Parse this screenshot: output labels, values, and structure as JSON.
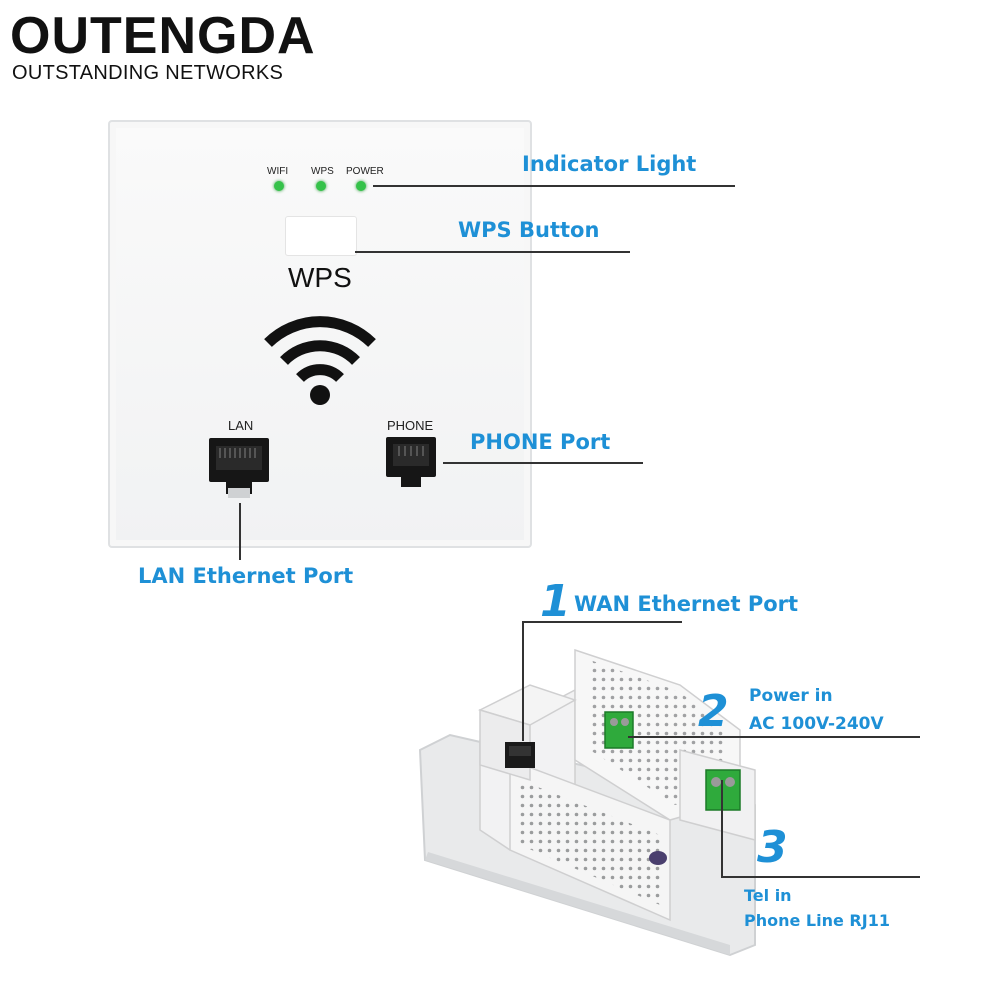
{
  "brand": {
    "name": "OUTENGDA",
    "tagline": "OUTSTANDING NETWORKS"
  },
  "panel": {
    "indicators": [
      "WIFI",
      "WPS",
      "POWER"
    ],
    "wps_label": "WPS",
    "lan_label": "LAN",
    "phone_label": "PHONE"
  },
  "callouts": {
    "indicator_light": "Indicator Light",
    "wps_button": "WPS Button",
    "phone_port": "PHONE Port",
    "lan_port": "LAN Ethernet Port",
    "wan_number": "1",
    "wan_port": "WAN Ethernet Port",
    "power_number": "2",
    "power_line1": "Power in",
    "power_line2": "AC 100V-240V",
    "tel_number": "3",
    "tel_line1": "Tel in",
    "tel_line2": "Phone Line RJ11"
  },
  "colors": {
    "accent": "#1e90d6",
    "led": "#35c24a",
    "line": "#333333"
  }
}
